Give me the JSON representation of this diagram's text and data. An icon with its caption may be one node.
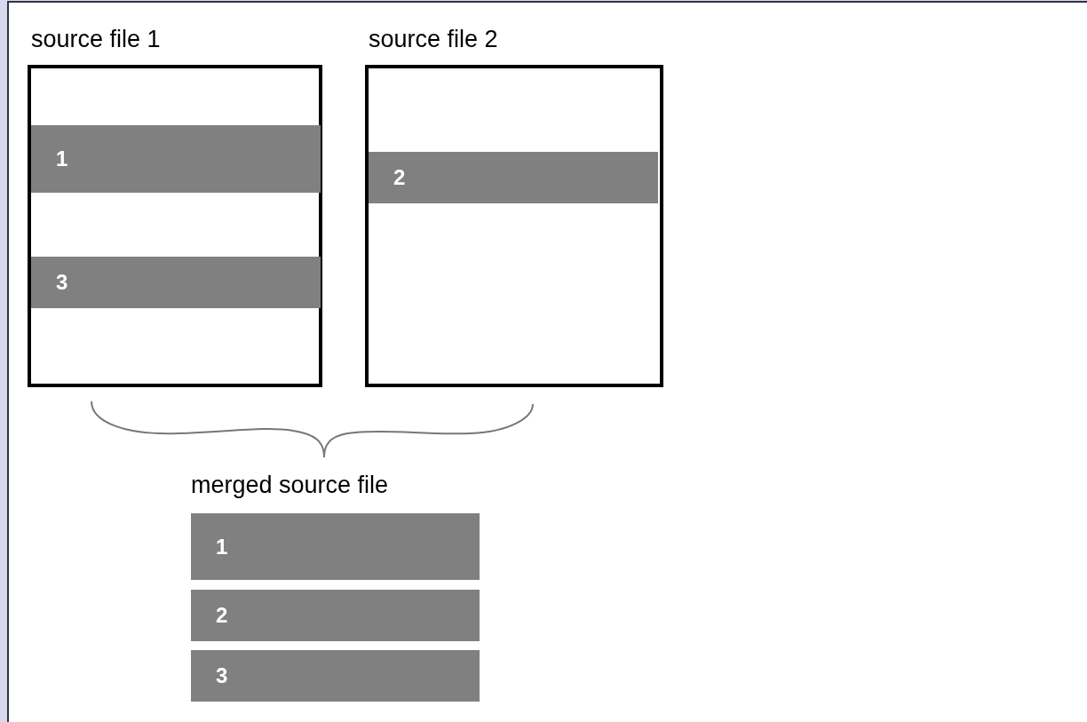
{
  "diagram": {
    "nodes": [
      {
        "text": [
          "source file 1"
        ]
      },
      {
        "text": [
          "1"
        ],
        "in": 0
      },
      {
        "text": [
          "3"
        ],
        "in": 0
      },
      {
        "text": [
          "source file 2"
        ]
      },
      {
        "text": [
          "2"
        ],
        "in": 3
      },
      {
        "text": [
          "1"
        ]
      },
      {
        "text": [
          "2"
        ]
      },
      {
        "text": [
          "3"
        ]
      }
    ],
    "edges": [],
    "labels": [
      "merged source file"
    ]
  }
}
